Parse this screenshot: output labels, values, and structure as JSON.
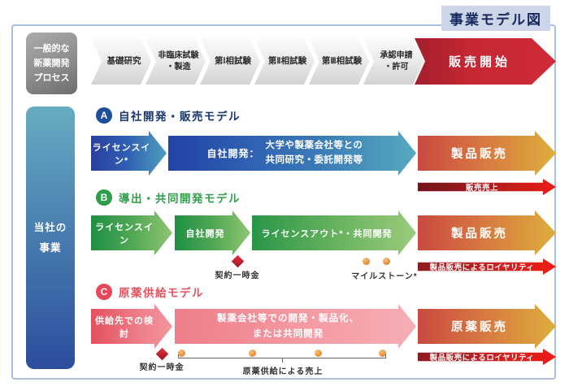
{
  "title": "事業モデル図",
  "colors": {
    "frame_border": "#aabfdf",
    "title_bg": "#ccd6e8",
    "title_text": "#16295e",
    "model_a_accent": "#1c4e9a",
    "model_b_accent": "#2f9e4b",
    "model_c_accent": "#e8505e",
    "launch_red": "#ce2b36",
    "result_gold": "#ddae3c",
    "revenue_red": "#ee1c16",
    "milestone_orange": "#e8923c"
  },
  "general_process": {
    "label": "一般的な\n新薬開発\nプロセス",
    "steps": [
      "基礎研究",
      "非臨床試験\n・製造",
      "第Ⅰ相試験",
      "第Ⅱ相試験",
      "第Ⅲ相試験",
      "承認申請\n・許可"
    ],
    "final": "販売開始"
  },
  "sidebar": {
    "label": "当社の\n事業"
  },
  "model_a": {
    "badge": "A",
    "title": "自社開発・販売モデル",
    "arrow1": "ライセンスイン*",
    "arrow2_prefix": "自社開発：",
    "arrow2_detail": "大学や製薬会社等との\n共同研究・委託開発等",
    "result": "製品販売",
    "revenue": "販売売上"
  },
  "model_b": {
    "badge": "B",
    "title": "導出・共同開発モデル",
    "arrow1": "ライセンスイン",
    "arrow2": "自社開発",
    "arrow3": "ライセンスアウト*・共同開発",
    "result": "製品販売",
    "revenue": "製品販売によるロイヤリティ",
    "contract_fee": "契約一時金",
    "milestone": "マイルストーン*"
  },
  "model_c": {
    "badge": "C",
    "title": "原薬供給モデル",
    "arrow1": "供給先での検討",
    "arrow2": "製薬会社等での開発・製品化、\nまたは共同開発",
    "result": "原薬販売",
    "revenue": "製品販売によるロイヤリティ",
    "contract_fee": "契約一時金",
    "supply_sales": "原薬供給による売上"
  }
}
